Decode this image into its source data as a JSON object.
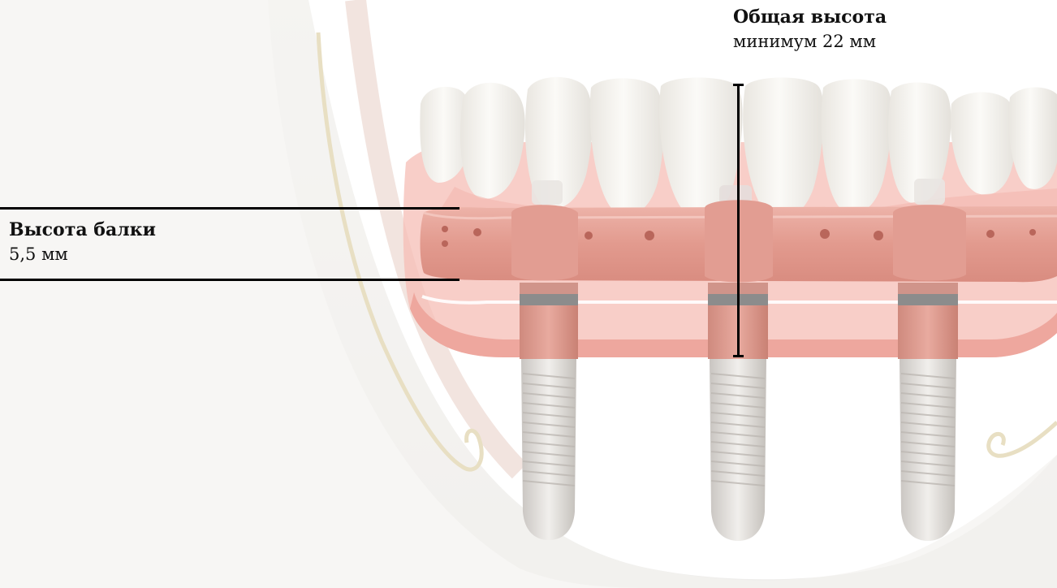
{
  "labels": {
    "total_height": {
      "title": "Общая высота",
      "value": "минимум 22 мм"
    },
    "bar_height": {
      "title": "Высота балки",
      "value": "5,5 мм"
    }
  },
  "colors": {
    "bar": "#e6a096",
    "gingiva": "#f3b4ad",
    "implant": "#dcd8d4",
    "tooth": "#f4f2ee",
    "bone": "#f1f0ee",
    "line": "#000000"
  }
}
